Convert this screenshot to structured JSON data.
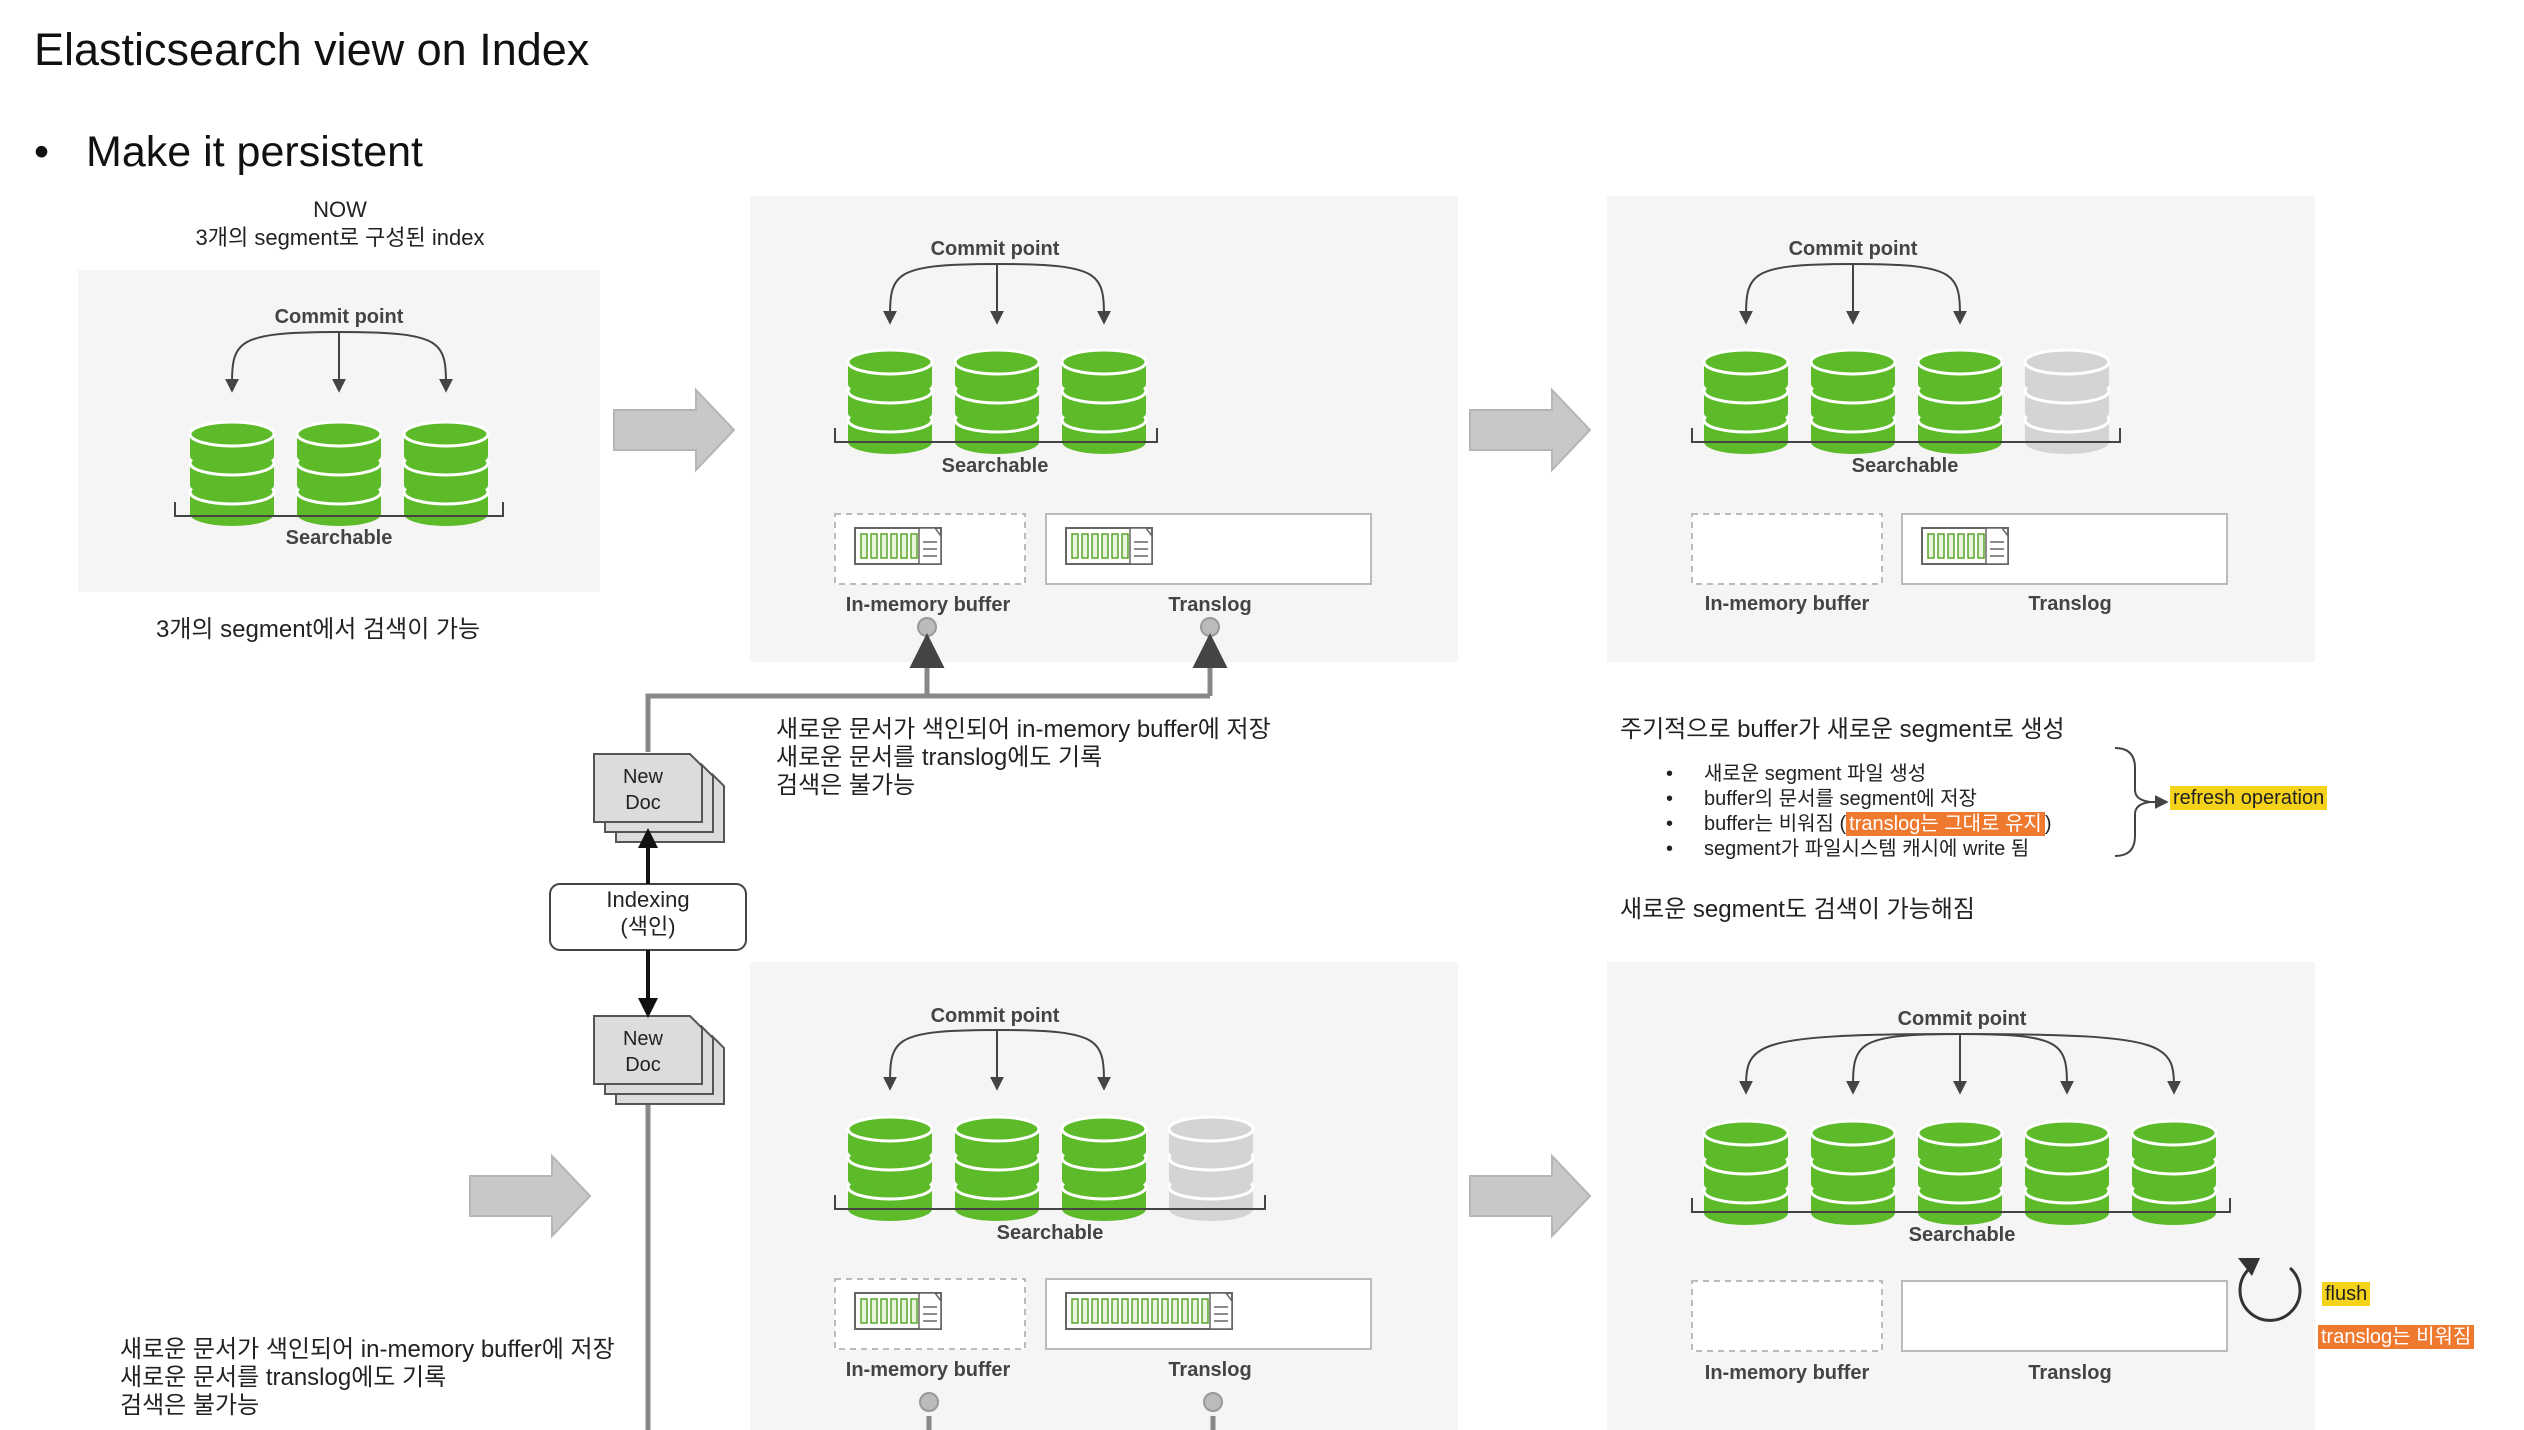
{
  "title": "Elasticsearch view on Index",
  "bullet": "Make it persistent",
  "labels": {
    "commit_point": "Commit point",
    "searchable": "Searchable",
    "in_memory_buffer": "In-memory buffer",
    "translog": "Translog",
    "new_doc_line1": "New",
    "new_doc_line2": "Doc",
    "indexing_line1": "Indexing",
    "indexing_line2": "(색인)"
  },
  "now_caption": [
    "NOW",
    "3개의 segment로 구성된 index"
  ],
  "now_note": "3개의 segment에서 검색이 가능",
  "indexing_note": [
    "새로운 문서가 색인되어 in-memory buffer에 저장",
    "새로운 문서를 translog에도 기록",
    "검색은 불가능"
  ],
  "indexing_note_bottom": [
    "새로운 문서가 색인되어 in-memory buffer에 저장",
    "새로운 문서를 translog에도 기록",
    "검색은 불가능"
  ],
  "refresh": {
    "heading": "주기적으로 buffer가 새로운 segment로 생성",
    "items": [
      "새로운 segment 파일 생성",
      "buffer의 문서를 segment에 저장",
      "buffer는 비워짐 (",
      "segment가 파일시스템 캐시에 write 됨"
    ],
    "item3_highlight": "translog는 그대로 유지",
    "item3_tail": ")",
    "operation": "refresh operation",
    "result": "새로운 segment도 검색이 가능해짐"
  },
  "flush": {
    "label": "flush",
    "note": "translog는 비워짐"
  },
  "colors": {
    "segment_green": "#5dbb2a",
    "segment_gray": "#d4d4d4",
    "panel_bg": "#f5f5f5",
    "arrow_gray": "#c8c8c8",
    "highlight_yellow": "#f5d31a",
    "highlight_orange": "#ef7a2f"
  },
  "icons": [
    "document-stack-icon",
    "block-arrow-right-icon",
    "rotate-arrow-icon",
    "bracket-icon"
  ]
}
